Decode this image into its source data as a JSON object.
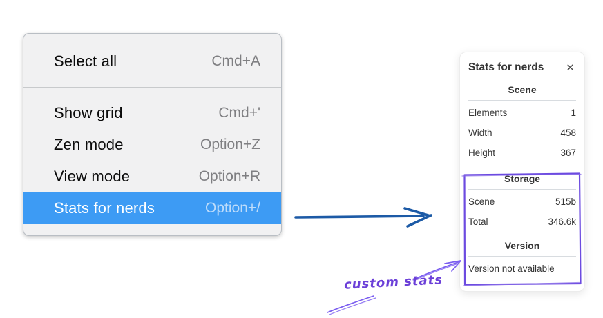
{
  "context_menu": {
    "sections": [
      {
        "items": [
          {
            "label": "Select all",
            "shortcut": "Cmd+A",
            "highlighted": false
          }
        ]
      },
      {
        "items": [
          {
            "label": "Show grid",
            "shortcut": "Cmd+'",
            "highlighted": false
          },
          {
            "label": "Zen mode",
            "shortcut": "Option+Z",
            "highlighted": false
          },
          {
            "label": "View mode",
            "shortcut": "Option+R",
            "highlighted": false
          },
          {
            "label": "Stats for nerds",
            "shortcut": "Option+/",
            "highlighted": true
          }
        ]
      }
    ]
  },
  "stats_panel": {
    "title": "Stats for nerds",
    "close_glyph": "✕",
    "sections": [
      {
        "heading": "Scene",
        "rows": [
          [
            "Elements",
            "1"
          ],
          [
            "Width",
            "458"
          ],
          [
            "Height",
            "367"
          ]
        ]
      },
      {
        "heading": "Storage",
        "rows": [
          [
            "Scene",
            "515b"
          ],
          [
            "Total",
            "346.6k"
          ]
        ]
      },
      {
        "heading": "Version",
        "rows": [],
        "note": "Version not available"
      }
    ]
  },
  "annotation": {
    "label": "custom stats"
  },
  "colors": {
    "menu_highlight": "#3d9bf4",
    "flow_arrow": "#1c5aa6",
    "annotation_purple": "#6c4be0"
  }
}
